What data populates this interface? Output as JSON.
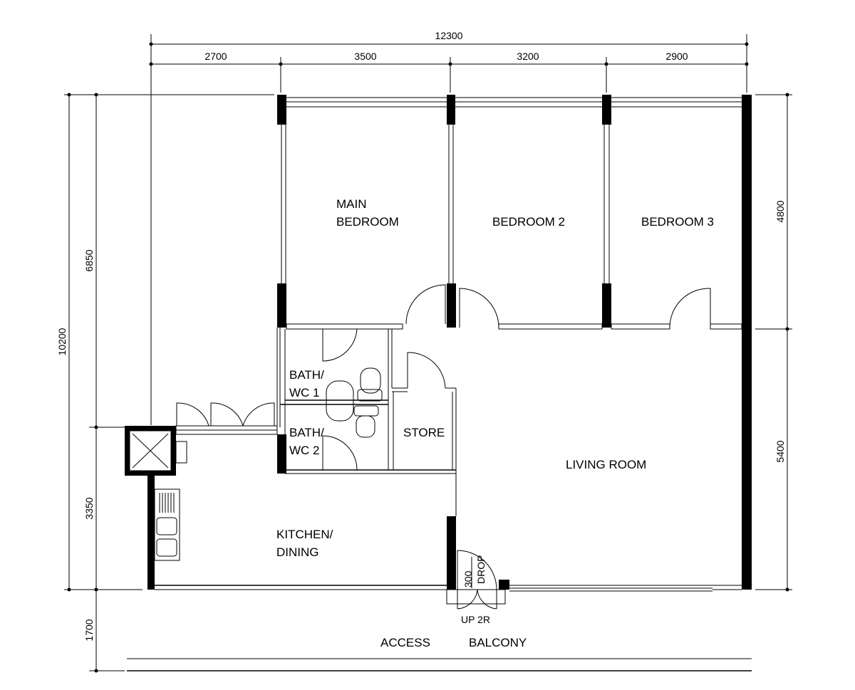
{
  "dimensions": {
    "top_total": "12300",
    "top_segments": [
      "2700",
      "3500",
      "3200",
      "2900"
    ],
    "left_total": "10200",
    "left_segments": [
      "6850",
      "3350",
      "1700"
    ],
    "right_segments": [
      "4800",
      "5400"
    ]
  },
  "rooms": {
    "main_bedroom_line1": "MAIN",
    "main_bedroom_line2": "BEDROOM",
    "bedroom2": "BEDROOM 2",
    "bedroom3": "BEDROOM 3",
    "bath1_line1": "BATH/",
    "bath1_line2": "WC 1",
    "bath2_line1": "BATH/",
    "bath2_line2": "WC 2",
    "store": "STORE",
    "living": "LIVING ROOM",
    "kitchen_line1": "KITCHEN/",
    "kitchen_line2": "DINING",
    "access": "ACCESS",
    "balcony": "BALCONY"
  },
  "annotations": {
    "drop_value": "300",
    "drop_label": "DROP",
    "steps": "UP 2R"
  }
}
